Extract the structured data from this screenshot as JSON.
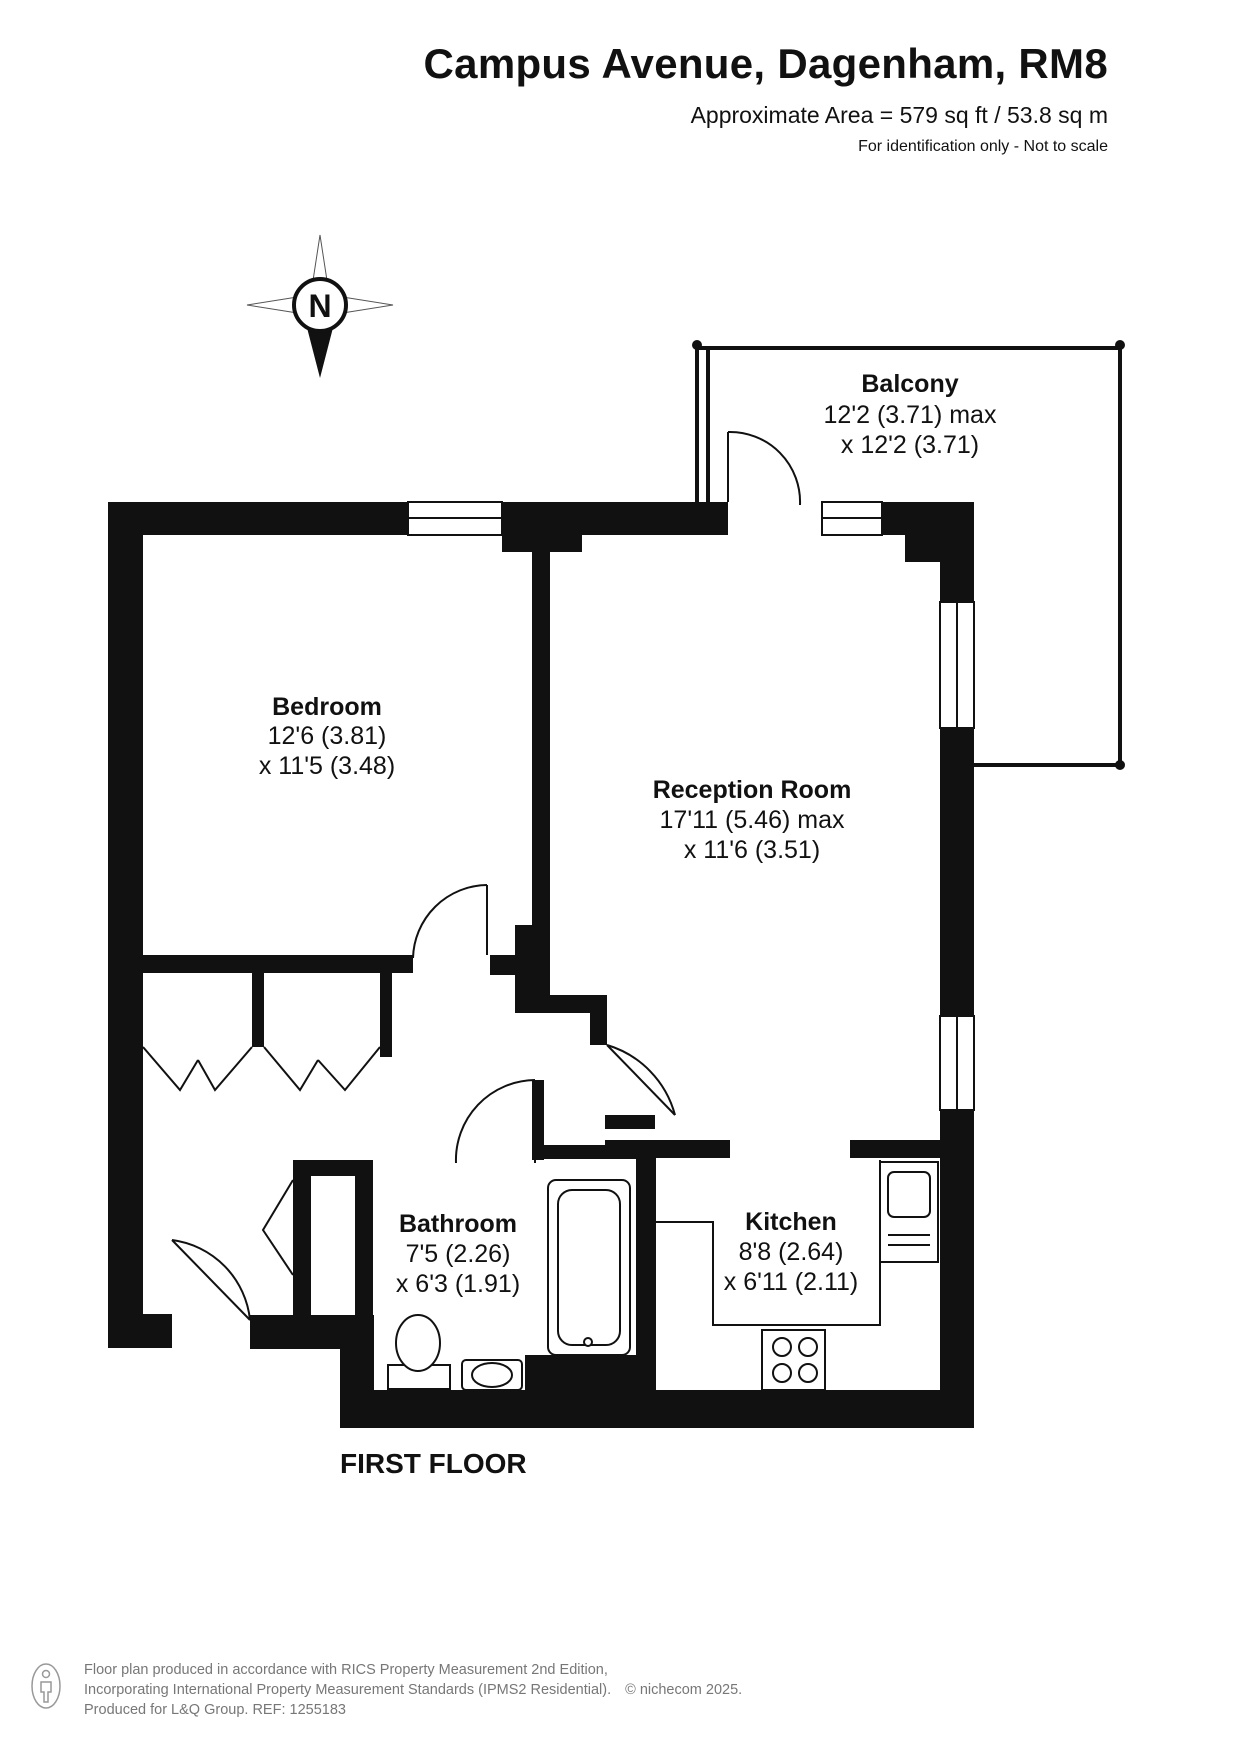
{
  "header": {
    "title": "Campus Avenue, Dagenham, RM8",
    "area": "Approximate Area = 579 sq ft / 53.8 sq m",
    "note": "For identification only - Not to scale"
  },
  "compass": {
    "label": "N",
    "icon": "north-compass-icon"
  },
  "rooms": {
    "balcony": {
      "name": "Balcony",
      "dim1": "12'2 (3.71) max",
      "dim2": "x 12'2 (3.71)"
    },
    "bedroom": {
      "name": "Bedroom",
      "dim1": "12'6 (3.81)",
      "dim2": "x 11'5 (3.48)"
    },
    "reception": {
      "name": "Reception Room",
      "dim1": "17'11 (5.46) max",
      "dim2": "x 11'6 (3.51)"
    },
    "bathroom": {
      "name": "Bathroom",
      "dim1": "7'5 (2.26)",
      "dim2": "x 6'3 (1.91)"
    },
    "kitchen": {
      "name": "Kitchen",
      "dim1": "8'8 (2.64)",
      "dim2": "x 6'11 (2.11)"
    }
  },
  "floor_label": "FIRST FLOOR",
  "footer": {
    "line1": "Floor plan produced in accordance with RICS Property Measurement 2nd Edition,",
    "line2": "Incorporating International Property Measurement Standards (IPMS2 Residential).",
    "copyright": "© nichecom 2025.",
    "line3": "Produced for L&Q Group.   REF:    1255183"
  },
  "colors": {
    "wall": "#111111",
    "background": "#ffffff",
    "footer_text": "#777777"
  }
}
